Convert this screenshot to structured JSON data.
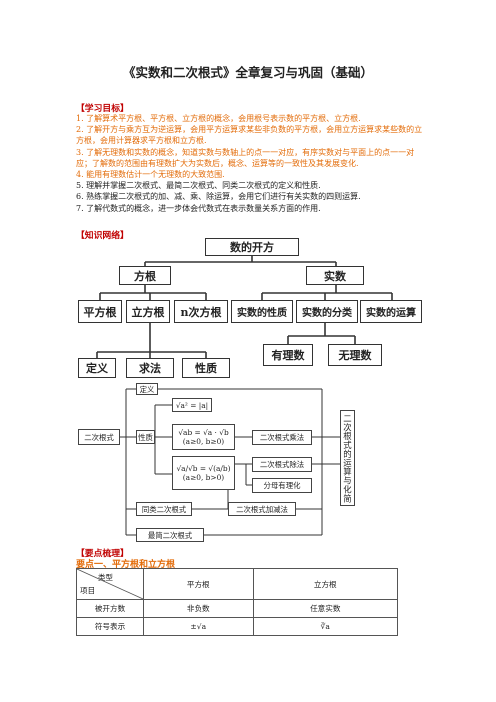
{
  "title": "《实数和二次根式》全章复习与巩固（基础）",
  "objectives_heading": "【学习目标】",
  "objectives": [
    {
      "text": "1. 了解算术平方根、平方根、立方根的概念，会用根号表示数的平方根、立方根.",
      "style": "orange"
    },
    {
      "text": "2. 了解开方与乘方互为逆运算，会用平方运算求某些非负数的平方根，会用立方运算求某些数的立方根，会用计算器求平方根和立方根.",
      "style": "orange"
    },
    {
      "text": "3. 了解无理数和实数的概念，知道实数与数轴上的点一一对应，有序实数对与平面上的点一一对应；了解数的范围由有理数扩大为实数后，概念、运算等的一致性及其发展变化.",
      "style": "orange"
    },
    {
      "text": "4. 能用有理数估计一个无理数的大致范围.",
      "style": "orange"
    },
    {
      "text": "5. 理解并掌握二次根式、最简二次根式、同类二次根式的定义和性质.",
      "style": "black"
    },
    {
      "text": "6. 熟练掌握二次根式的加、减、乘、除运算，会用它们进行有关实数的四则运算.",
      "style": "black"
    },
    {
      "text": "7. 了解代数式的概念，进一步体会代数式在表示数量关系方面的作用.",
      "style": "black"
    }
  ],
  "network_heading": "【知识网络】",
  "diagram": {
    "root": "数的开方",
    "square_root_group": "方根",
    "real_number": "实数",
    "sqrt": "平方根",
    "cbrt": "立方根",
    "nthroot": "n次方根",
    "real_props": "实数的性质",
    "real_class": "实数的分类",
    "real_ops": "实数的运算",
    "definition": "定义",
    "method": "求法",
    "property": "性质",
    "rational": "有理数",
    "irrational": "无理数",
    "quad_root": "二次根式",
    "def2": "定义",
    "nature": "性质",
    "f1": "√a² = |a|",
    "f2a": "√ab = √a · √b",
    "f2b": "(a≥0, b≥0)",
    "f3a": "√a/√b = √(a/b)",
    "f3b": "(a≥0, b>0)",
    "mult": "二次根式乘法",
    "div": "二次根式除法",
    "rationalize": "分母有理化",
    "similar": "同类二次根式",
    "addsub": "二次根式加减法",
    "simplest": "最简二次根式",
    "side": "二次根式的运算与化简"
  },
  "key_points_heading": "【要点梳理】",
  "point1": "要点一、平方根和立方根",
  "table": {
    "diag_top": "类型",
    "diag_bottom": "项目",
    "col1": "平方根",
    "col2": "立方根",
    "r1_label": "被开方数",
    "r1_c1": "非负数",
    "r1_c2": "任意实数",
    "r2_label": "符号表示",
    "r2_c1": "±√a",
    "r2_c2": "∛a"
  }
}
